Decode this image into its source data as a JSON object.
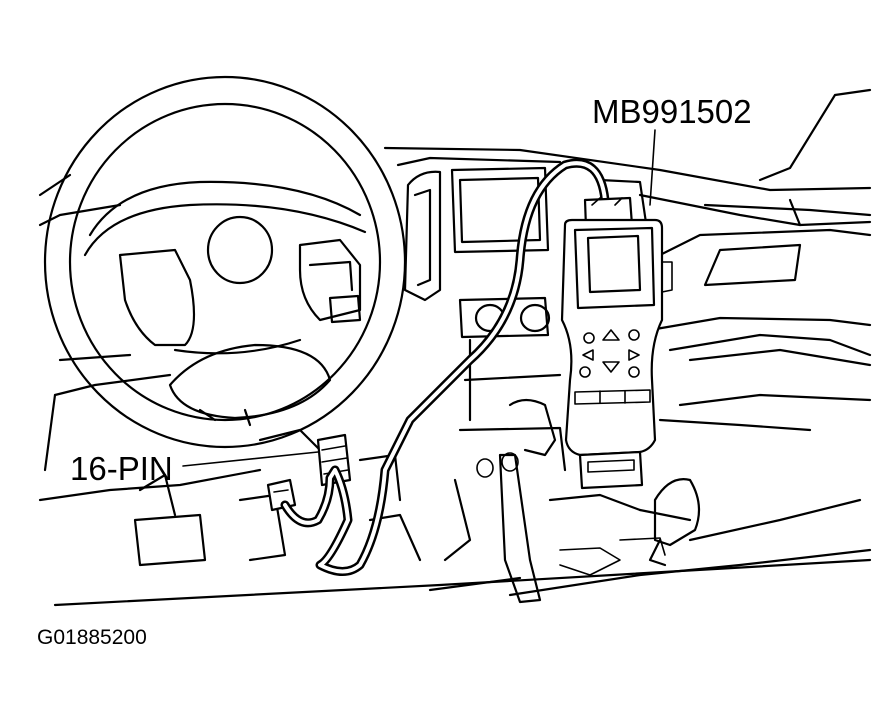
{
  "labels": {
    "tester": "MB991502",
    "connector": "16-PIN",
    "figure_id": "G01885200"
  },
  "colors": {
    "ink": "#000000",
    "background": "#ffffff"
  }
}
